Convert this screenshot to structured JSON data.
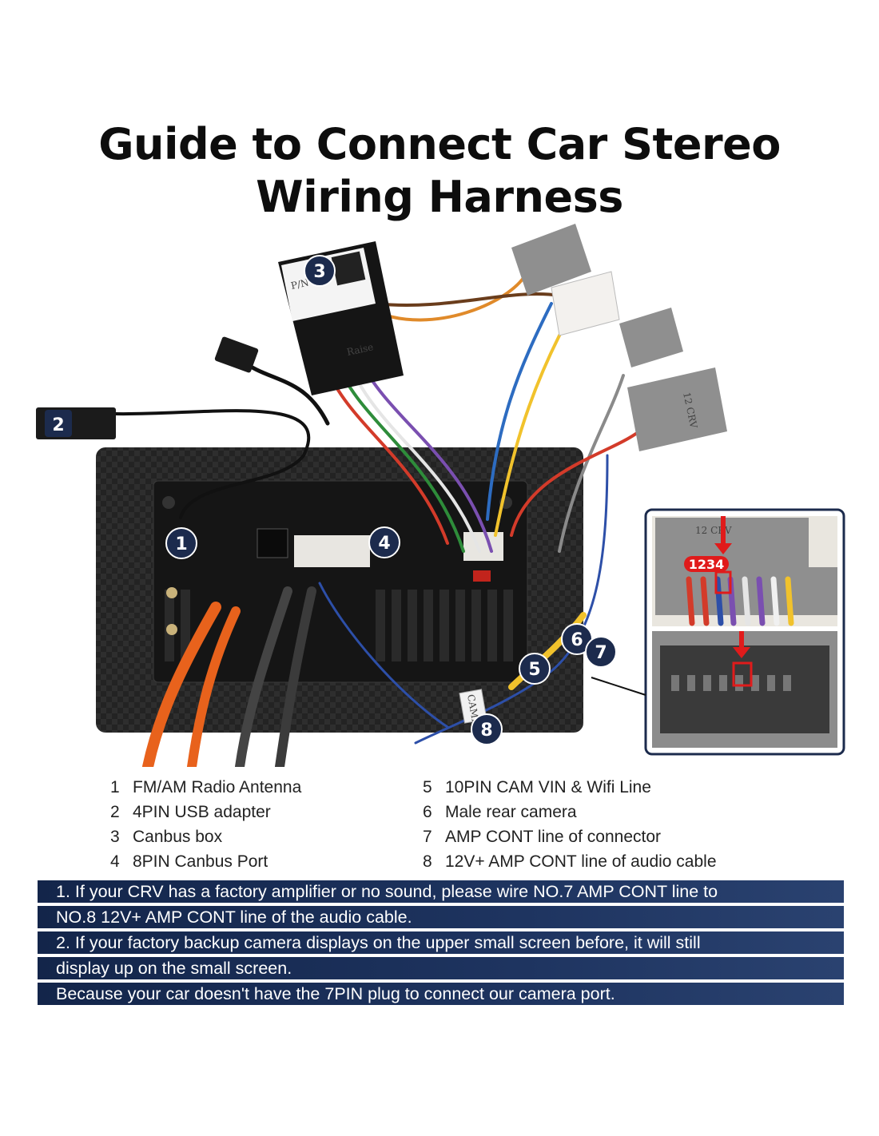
{
  "title": {
    "line1": "Guide to Connect Car Stereo",
    "line2": "Wiring Harness"
  },
  "diagram": {
    "callouts": [
      "1",
      "2",
      "3",
      "4",
      "5",
      "6",
      "7",
      "8"
    ],
    "canbus_brand": "Raise",
    "canbus_pn": "P/N",
    "connector_label": "12 CRV",
    "inset_connector_label": "12 CRV",
    "inset_pin_numbers": "1234",
    "camera_tag": "CAMERA"
  },
  "legend": {
    "left": [
      {
        "num": "1",
        "text": "FM/AM Radio Antenna"
      },
      {
        "num": "2",
        "text": "4PIN USB adapter"
      },
      {
        "num": "3",
        "text": "Canbus box"
      },
      {
        "num": "4",
        "text": "8PIN Canbus Port"
      }
    ],
    "right": [
      {
        "num": "5",
        "text": "10PIN CAM VIN & Wifi Line"
      },
      {
        "num": "6",
        "text": "Male rear camera"
      },
      {
        "num": "7",
        "text": "AMP CONT line of connector"
      },
      {
        "num": "8",
        "text": "12V+ AMP CONT line of audio cable"
      }
    ]
  },
  "notes": [
    "1. If your CRV has a factory amplifier or no sound, please wire NO.7 AMP CONT line to",
    "NO.8 12V+ AMP CONT line of the audio cable.",
    "2. If your factory backup camera displays on the upper small screen before, it will still",
    "display up on the small screen.",
    "Because your car doesn't have the 7PIN plug to connect our camera port."
  ],
  "colors": {
    "note_bar": "#1b2f55",
    "callout_fill": "#1c2b4d",
    "highlight_red": "#e01b1b"
  }
}
